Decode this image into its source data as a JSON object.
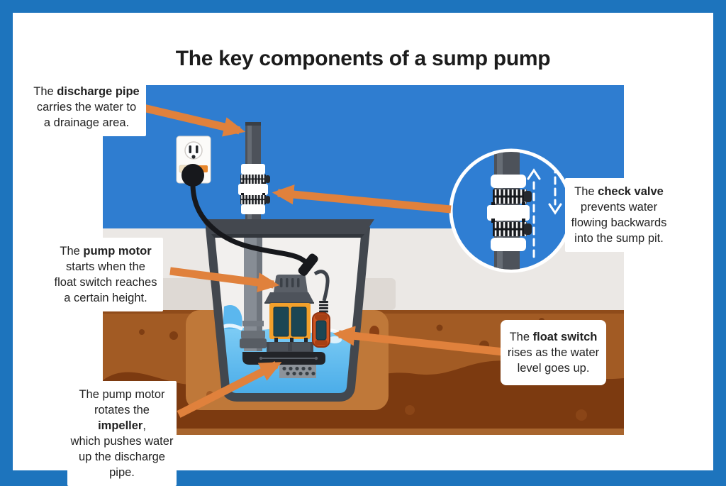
{
  "title": "The key components of a sump pump",
  "colors": {
    "frame": "#1d74bd",
    "wall": "#2f7dd0",
    "accent": "#e0813c",
    "wall_band": "#ebe8e5",
    "soil_light": "#a25b24",
    "soil_dark": "#7c3a10",
    "pit_surround": "#bf7839",
    "water": "#58b6ee",
    "pump_body": "#f3a02b",
    "pump_panel": "#1c4654",
    "float_switch": "#cf5420",
    "pit_frame": "#42474e",
    "text": "#222222",
    "pipe": "#4d525a"
  },
  "callouts": {
    "discharge_pipe": {
      "lines": [
        {
          "pre": "The ",
          "b": "discharge pipe"
        },
        {
          "pre": "carries the water to"
        },
        {
          "pre": "a drainage area."
        }
      ]
    },
    "check_valve": {
      "lines": [
        {
          "pre": "The ",
          "b": "check valve"
        },
        {
          "pre": "prevents water"
        },
        {
          "pre": "flowing backwards"
        },
        {
          "pre": "into the sump pit."
        }
      ]
    },
    "pump_motor": {
      "lines": [
        {
          "pre": "The ",
          "b": "pump motor"
        },
        {
          "pre": "starts when the"
        },
        {
          "pre": "float switch reaches"
        },
        {
          "pre": "a certain height."
        }
      ]
    },
    "float_switch": {
      "lines": [
        {
          "pre": "The ",
          "b": "float switch"
        },
        {
          "pre": "rises as the water"
        },
        {
          "pre": "level goes up."
        }
      ]
    },
    "impeller": {
      "lines": [
        {
          "pre": "The pump motor"
        },
        {
          "pre": "rotates the ",
          "b": "impeller",
          "post": ","
        },
        {
          "pre": "which pushes water"
        },
        {
          "pre": "up the discharge"
        },
        {
          "pre": "pipe."
        }
      ]
    }
  },
  "illustration_parts": [
    "discharge-pipe",
    "check-valve",
    "check-valve-magnifier",
    "power-outlet",
    "power-cord",
    "sump-pit",
    "pump-motor",
    "pump-body",
    "impeller-housing",
    "float-switch",
    "water",
    "soil",
    "basement-wall"
  ]
}
